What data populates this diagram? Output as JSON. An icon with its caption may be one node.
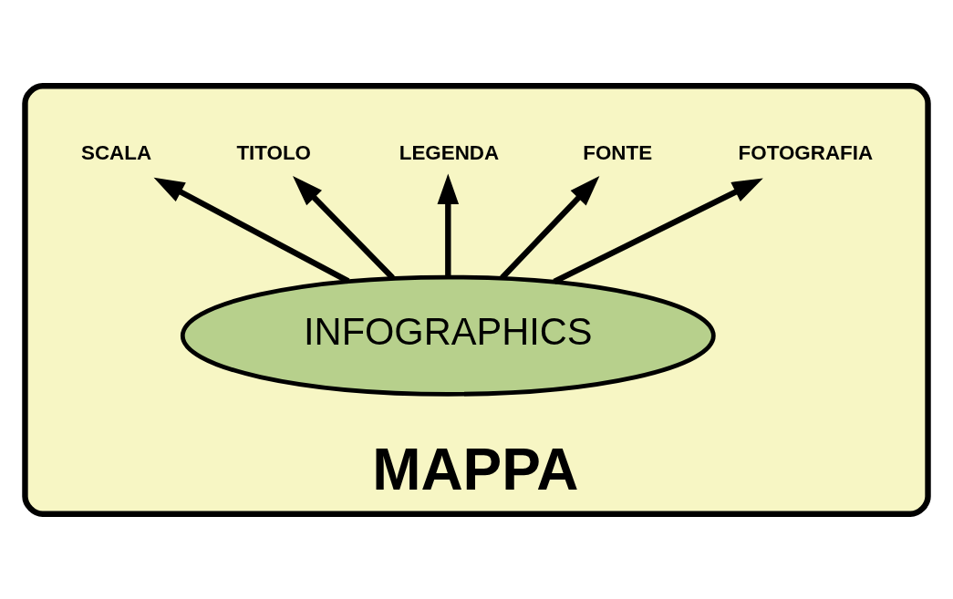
{
  "diagram": {
    "nodes": [
      {
        "text": [
          "MAPPA"
        ]
      },
      {
        "text": [
          "INFOGRAPHICS"
        ],
        "in": 0
      },
      {
        "text": [
          "SCALA"
        ],
        "in": 0
      },
      {
        "text": [
          "TITOLO"
        ],
        "in": 0
      },
      {
        "text": [
          "LEGENDA"
        ],
        "in": 0
      },
      {
        "text": [
          "FONTE"
        ],
        "in": 0
      },
      {
        "text": [
          "FOTOGRAFIA"
        ],
        "in": 0
      }
    ],
    "edges": [
      {
        "from": 1,
        "to": 2,
        "arrow": "to"
      },
      {
        "from": 1,
        "to": 3,
        "arrow": "to"
      },
      {
        "from": 1,
        "to": 4,
        "arrow": "to"
      },
      {
        "from": 1,
        "to": 5,
        "arrow": "to"
      },
      {
        "from": 1,
        "to": 6,
        "arrow": "to"
      }
    ]
  }
}
